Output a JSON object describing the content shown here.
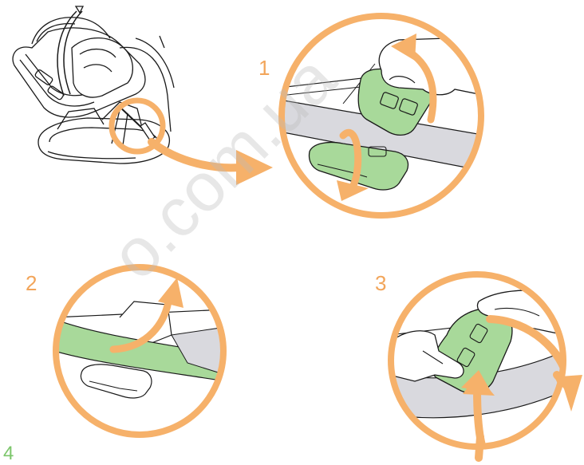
{
  "steps": [
    {
      "number": "1"
    },
    {
      "number": "2"
    },
    {
      "number": "3"
    },
    {
      "number": "4"
    }
  ],
  "watermark": {
    "text": "o.com.ua"
  },
  "colors": {
    "accent_orange": "#F6B16A",
    "step_number_orange": "#F2A55A",
    "step4_green": "#7CC66B",
    "highlight_green": "#A8D99A",
    "belt_grey": "#D9D9DE",
    "outline": "#1a1a1a"
  }
}
